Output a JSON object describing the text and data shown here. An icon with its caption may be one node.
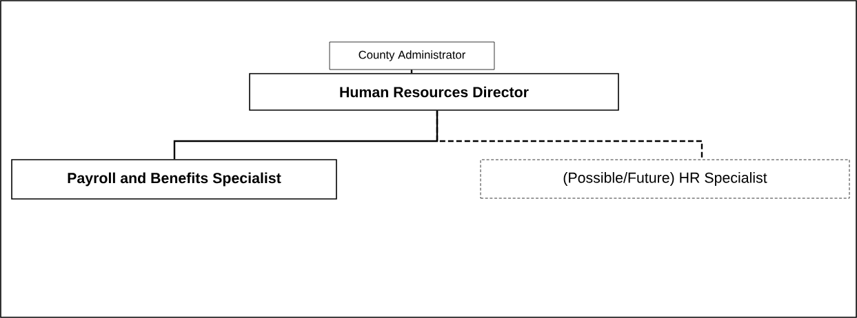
{
  "diagram": {
    "nodes": [
      {
        "text": [
          "County Administrator"
        ]
      },
      {
        "text": [
          "Human Resources Director"
        ]
      },
      {
        "text": [
          "Payroll and Benefits Specialist"
        ]
      },
      {
        "text": [
          "(Possible/Future) HR Specialist"
        ]
      }
    ],
    "edges": [
      {
        "from": 0,
        "to": 1,
        "arrow": "none"
      },
      {
        "from": 1,
        "to": 2,
        "arrow": "none"
      },
      {
        "from": 1,
        "to": 3,
        "arrow": "none",
        "style": "dashed"
      }
    ]
  }
}
